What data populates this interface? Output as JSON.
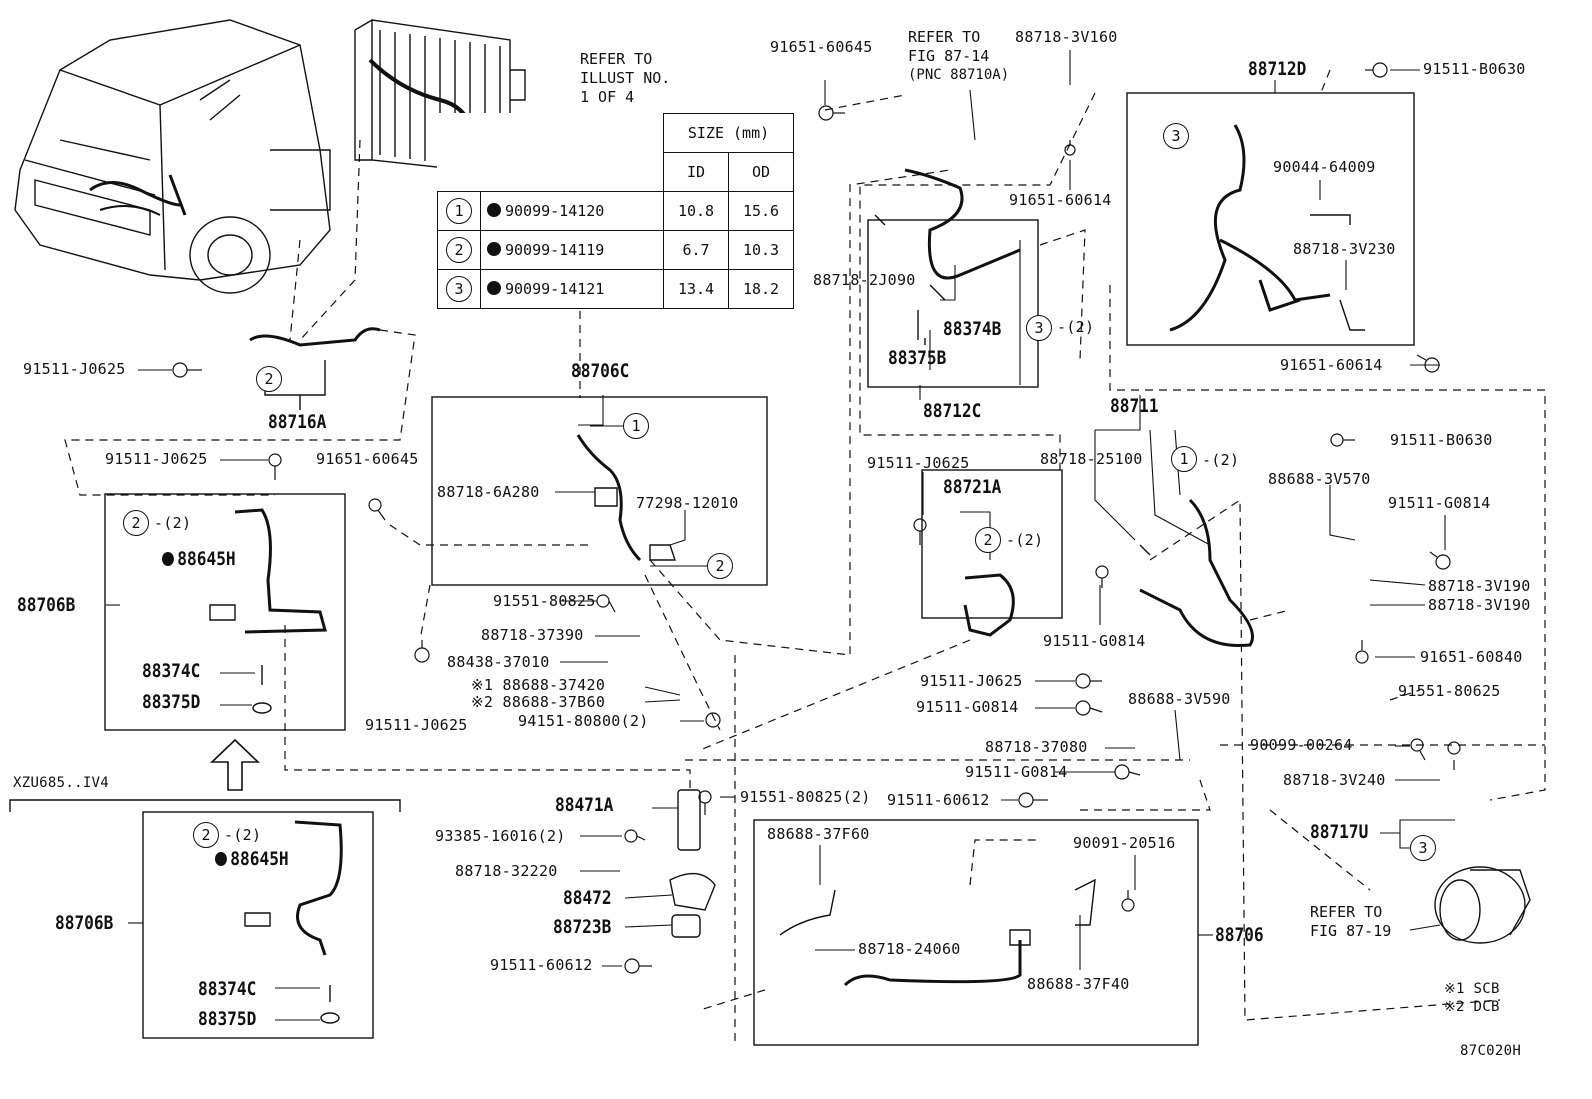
{
  "labels": {
    "p91651_60645_a": "91651-60645",
    "refer_fig_87_14_line1": "REFER TO",
    "refer_fig_87_14_line2": "FIG 87-14",
    "refer_fig_87_14_line3": "(PNC 88710A)",
    "p88718_3V160": "88718-3V160",
    "p88712D": "88712D",
    "p91511_B0630_a": "91511-B0630",
    "refer_illust_line1": "REFER TO",
    "refer_illust_line2": "ILLUST NO.",
    "refer_illust_line3": "1 OF 4",
    "p90044_64009": "90044-64009",
    "p91651_60614_a": "91651-60614",
    "p88718_3V230": "88718-3V230",
    "p88718_2J090": "88718-2J090",
    "p88374B": "88374B",
    "p88375B": "88375B",
    "p88712C": "88712C",
    "p91651_60614_b": "91651-60614",
    "p91511_J0625_a": "91511-J0625",
    "p88716A": "88716A",
    "p88706C": "88706C",
    "p88711": "88711",
    "p91511_J0625_b": "91511-J0625",
    "p91651_60645_b": "91651-60645",
    "p88718_25100": "88718-25100",
    "p91511_B0630_b": "91511-B0630",
    "p91511_J0625_c": "91511-J0625",
    "p88721A": "88721A",
    "p88688_3V570": "88688-3V570",
    "p91511_G0814_a": "91511-G0814",
    "p88645H_a": "88645H",
    "p88718_6A280": "88718-6A280",
    "p77298_12010": "77298-12010",
    "p88706B_a": "88706B",
    "p88718_3V190_a": "88718-3V190",
    "p88718_3V190_b": "88718-3V190",
    "p91551_80825_a": "91551-80825",
    "p88718_37390": "88718-37390",
    "p91511_G0814_b": "91511-G0814",
    "p91651_60840": "91651-60840",
    "p88438_37010": "88438-37010",
    "p88374C_a": "88374C",
    "p88688_37420": "※1 88688-37420",
    "p88688_37B60": "※2 88688-37B60",
    "p91511_J0625_d": "91511-J0625",
    "p88375D_a": "88375D",
    "p94151_80800": "94151-80800(2)",
    "p91511_G0814_c": "91511-G0814",
    "p88688_3V590": "88688-3V590",
    "p91551_80625": "91551-80625",
    "p91511_J0625_e": "91511-J0625",
    "p88718_37080": "88718-37080",
    "p90099_00264": "90099-00264",
    "xzu685": "XZU685..IV4",
    "p91511_G0814_d": "91511-G0814",
    "p88718_3V240": "88718-3V240",
    "p88471A": "88471A",
    "p91551_80825_b": "91551-80825(2)",
    "p91511_60612_a": "91511-60612",
    "p88688_37F60": "88688-37F60",
    "p90091_20516": "90091-20516",
    "p88717U": "88717U",
    "p93385_16016": "93385-16016(2)",
    "p88645H_b": "88645H",
    "p88718_32220": "88718-32220",
    "p88472": "88472",
    "refer_fig_87_19_line1": "REFER TO",
    "refer_fig_87_19_line2": "FIG 87-19",
    "p88706B_b": "88706B",
    "p88723B": "88723B",
    "p88706": "88706",
    "p88718_24060": "88718-24060",
    "p91511_60612_b": "91511-60612",
    "p88374C_b": "88374C",
    "p88688_37F40": "88688-37F40",
    "note_scb": "※1 SCB",
    "note_dcb": "※2 DCB",
    "p88375D_b": "88375D",
    "fig_code": "87C020H"
  },
  "qty_suffix": "-(2)",
  "circled_numbers": [
    "1",
    "2",
    "3"
  ],
  "size_table": {
    "header": "SIZE (mm)",
    "col_id": "ID",
    "col_od": "OD",
    "rows": [
      {
        "no": "1",
        "part": "90099-14120",
        "id": "10.8",
        "od": "15.6"
      },
      {
        "no": "2",
        "part": "90099-14119",
        "id": "6.7",
        "od": "10.3"
      },
      {
        "no": "3",
        "part": "90099-14121",
        "id": "13.4",
        "od": "18.2"
      }
    ]
  }
}
